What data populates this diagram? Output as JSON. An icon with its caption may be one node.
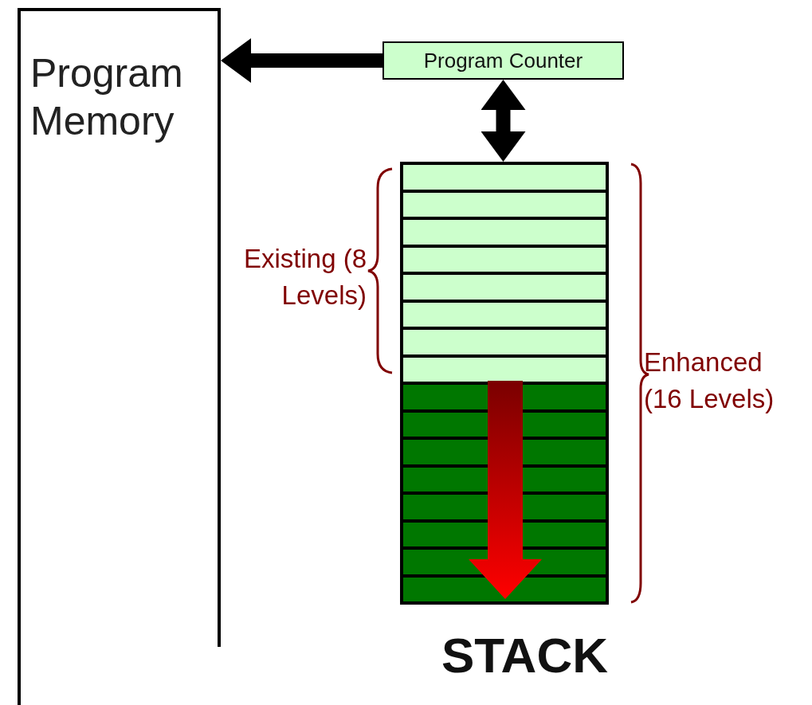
{
  "diagram": {
    "nodes": [
      {
        "text": [
          "Program Memory"
        ]
      },
      {
        "text": [
          "Program Counter"
        ]
      },
      {
        "text": [
          "STACK"
        ]
      }
    ],
    "edges": [
      {
        "from": 1,
        "to": 0,
        "arrow": "to"
      },
      {
        "from": 1,
        "to": 2,
        "arrow": "both"
      }
    ],
    "labels": [
      "Existing (8 Levels)",
      "Enhanced (16 Levels)"
    ]
  }
}
